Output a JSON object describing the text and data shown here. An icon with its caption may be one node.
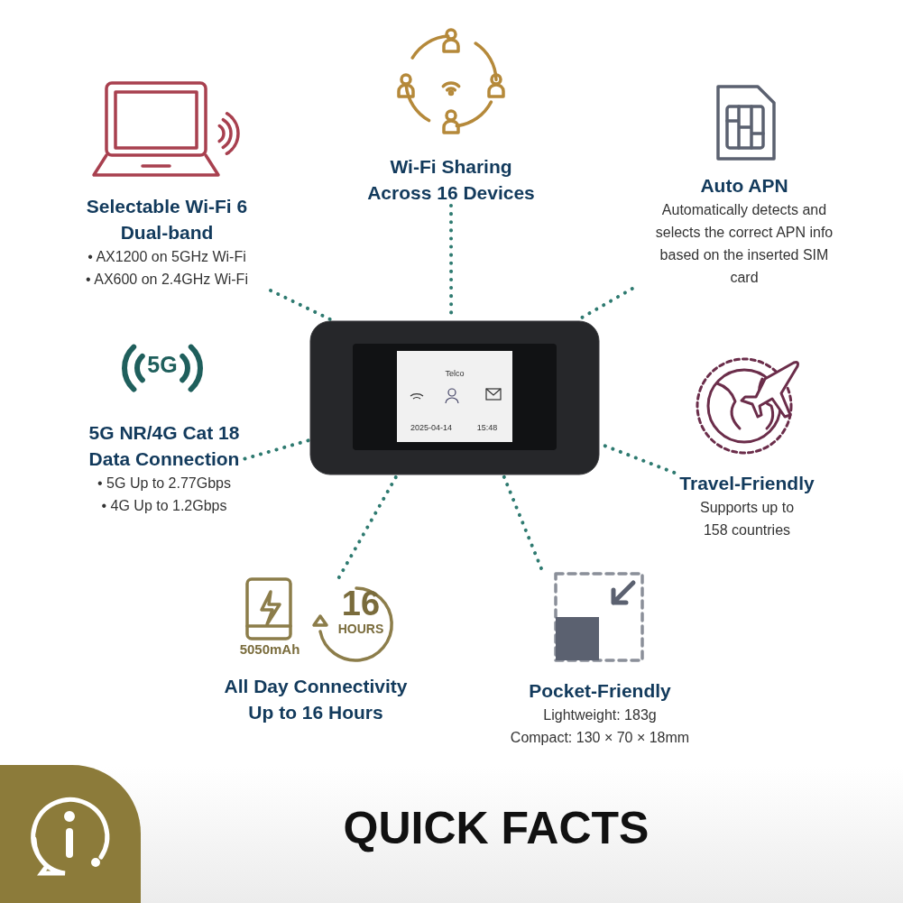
{
  "diagram": {
    "title": "QUICK FACTS",
    "nodes": [
      {
        "text": [],
        "shape": "picture"
      },
      {
        "text": [
          "Selectable Wi-Fi 6 Dual-band",
          "• AX1200 on 5GHz Wi-Fi",
          "• AX600 on 2.4GHz Wi-Fi"
        ]
      },
      {
        "text": [
          "Wi-Fi Sharing Across 16 Devices"
        ]
      },
      {
        "text": [
          "Auto APN",
          "Automatically detects and selects the correct APN info based on the inserted SIM card"
        ]
      },
      {
        "text": [
          "5G NR/4G Cat 18 Data Connection",
          "• 5G Up to 2.77Gbps",
          "• 4G Up to 1.2Gbps"
        ]
      },
      {
        "text": [
          "Travel-Friendly",
          "Supports up to 158 countries"
        ]
      },
      {
        "text": [
          "All Day Connectivity Up to 16 Hours"
        ]
      },
      {
        "text": [
          "Pocket-Friendly",
          "Lightweight: 183g",
          "Compact: 130 × 70 × 18mm"
        ]
      }
    ],
    "edges": [
      {
        "from": 1,
        "to": 0,
        "arrow": "none",
        "style": "dashed"
      },
      {
        "from": 2,
        "to": 0,
        "arrow": "none",
        "style": "dashed"
      },
      {
        "from": 3,
        "to": 0,
        "arrow": "none",
        "style": "dashed"
      },
      {
        "from": 4,
        "to": 0,
        "arrow": "none",
        "style": "dashed"
      },
      {
        "from": 5,
        "to": 0,
        "arrow": "none",
        "style": "dashed"
      },
      {
        "from": 6,
        "to": 0,
        "arrow": "none",
        "style": "dashed"
      },
      {
        "from": 7,
        "to": 0,
        "arrow": "none",
        "style": "dashed"
      }
    ],
    "labels": [
      "Telco",
      "2025-04-14",
      "15:48",
      "5G",
      "5050mAh",
      "16",
      "HOURS"
    ]
  }
}
